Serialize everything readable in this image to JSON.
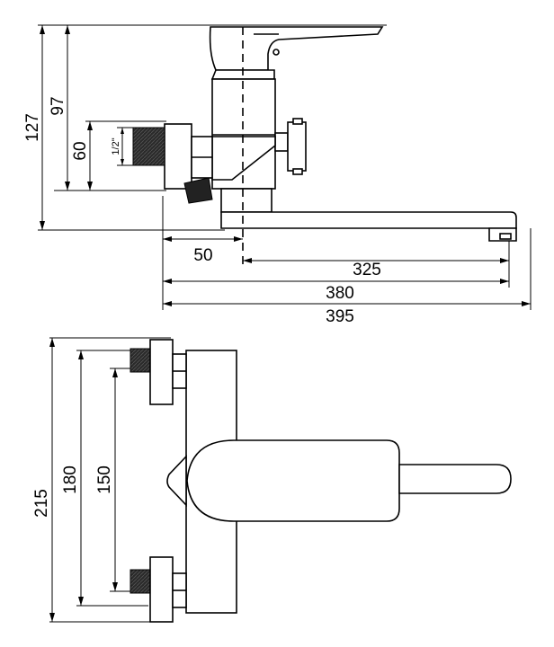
{
  "side_view": {
    "dims": {
      "total_height": "127",
      "lever_height": "97",
      "inlet_height": "60",
      "thread": "1/2\"",
      "offset": "50",
      "spout_reach": "325",
      "axis_to_tip": "380",
      "total_length": "395"
    }
  },
  "top_view": {
    "dims": {
      "total_width": "215",
      "inlet_span": "180",
      "center_distance": "150"
    }
  }
}
